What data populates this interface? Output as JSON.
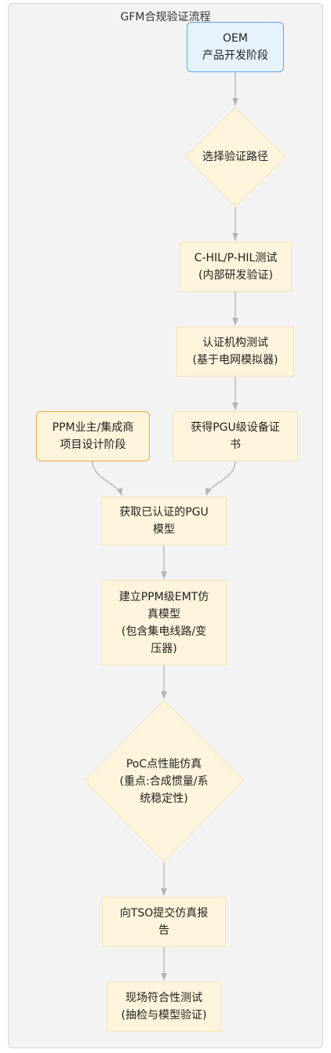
{
  "title": "GFM合规验证流程",
  "nodes": {
    "oem": "OEM\n产品开发阶段",
    "select_path": "选择验证路径",
    "chil": "C-HIL/P-HIL测试\n(内部研发验证)",
    "cert_test": "认证机构测试\n(基于电网模拟器)",
    "ppm": "PPM业主/集成商\n项目设计阶段",
    "pgu_cert": "获得PGU级设备证\n书",
    "pgu_model": "获取已认证的PGU\n模型",
    "emt": "建立PPM级EMT仿\n真模型\n(包含集电线路/变\n压器)",
    "poc": "PoC点性能仿真\n(重点:合成惯量/系\n统稳定性)",
    "tso": "向TSO提交仿真报\n告",
    "field": "现场符合性测试\n(抽检与模型验证)"
  },
  "colors": {
    "container_bg": "#f3f3f3",
    "node_fill": "#fff4dc",
    "node_border": "#f3e3b5",
    "oem_fill": "#e6f2fd",
    "oem_border": "#5ea7ec",
    "ppm_border": "#efaa3c",
    "edge": "#b5b5b5"
  }
}
